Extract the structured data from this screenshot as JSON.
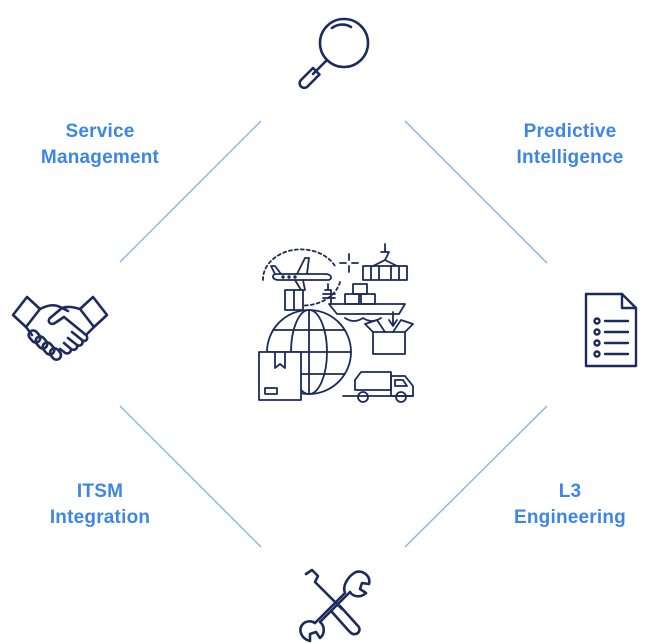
{
  "labels": {
    "service_management": [
      "Service",
      "Management"
    ],
    "predictive_intelligence": [
      "Predictive",
      "Intelligence"
    ],
    "itsm_integration": [
      "ITSM",
      "Integration"
    ],
    "l3_engineering": [
      "L3",
      "Engineering"
    ]
  },
  "colors": {
    "label": "#3d86e6",
    "line": "#7fb0ea",
    "icon": "#1c2a5c"
  },
  "icons": {
    "top": "magnifying-glass-icon",
    "left": "handshake-icon",
    "right": "document-list-icon",
    "bottom": "tools-icon",
    "center": "logistics-globe-icon"
  }
}
